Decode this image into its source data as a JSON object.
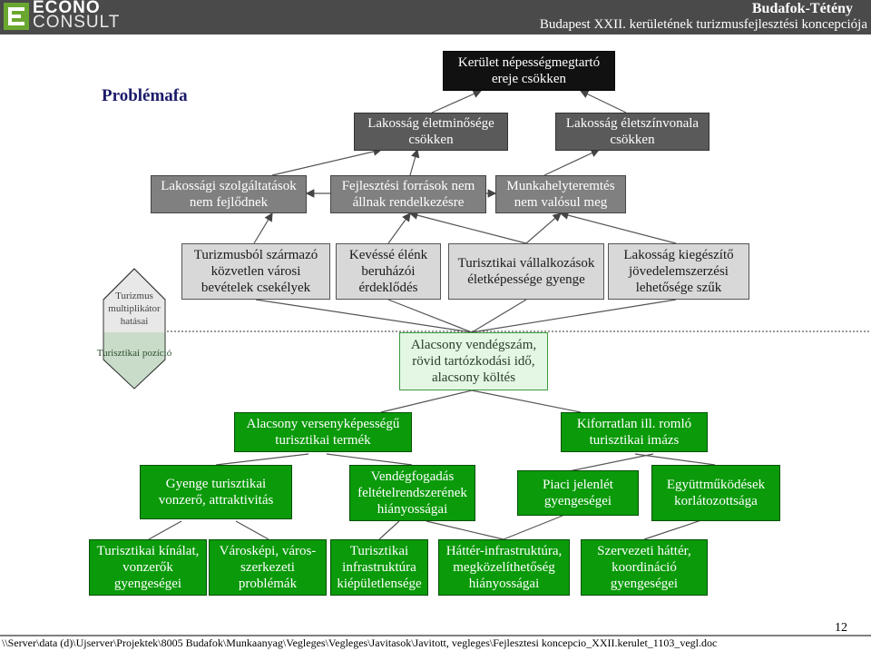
{
  "header": {
    "logo_line1": "ECONO",
    "logo_line2": "CONSULT",
    "title": "Budafok-Tétény",
    "subtitle": "Budapest XXII. kerületének turizmusfejlesztési koncepciója",
    "band_color": "#4a4a4a"
  },
  "diagram": {
    "heading": "Problémafa",
    "top": "Kerület népességmegtartó ereje csökken",
    "level2": [
      "Lakosság életminősége csökken",
      "Lakosság életszínvonala csökken"
    ],
    "level3": [
      "Lakossági szolgáltatások nem fejlődnek",
      "Fejlesztési források nem állnak rendelkezésre",
      "Munkahelyteremtés nem valósul meg"
    ],
    "level4": [
      "Turizmusból származó közvetlen városi bevételek csekélyek",
      "Kevéssé élénk beruházói érdeklődés",
      "Turisztikai vállalkozások életképessége gyenge",
      "Lakosság kiegészítő jövedelemszerzési lehetősége szűk"
    ],
    "side_upper": "Turizmus multiplikátor hatásai",
    "side_lower": "Turisztikai pozíció",
    "level5": "Alacsony vendégszám, rövid tartózkodási idő, alacsony költés",
    "level6": [
      "Alacsony versenyképességű turisztikai termék",
      "Kiforratlan ill. romló turisztikai imázs"
    ],
    "level7": [
      "Gyenge turisztikai vonzerő, attraktivitás",
      "Vendégfogadás feltételrendszerének hiányosságai",
      "Piaci jelenlét gyengeségei",
      "Együttműködések korlátozottsága"
    ],
    "level8": [
      "Turisztikai kínálat, vonzerők gyengeségei",
      "Városképi, város-szerkezeti problémák",
      "Turisztikai infrastruktúra kiépületlensége",
      "Háttér-infrastruktúra, megközelíthetőség hiányosságai",
      "Szervezeti háttér, koordináció gyengeségei"
    ]
  },
  "footer": {
    "page": "12",
    "path": "\\\\Server\\data (d)\\Ujserver\\Projektek\\8005 Budafok\\Munkaanyag\\Vegleges\\Vegleges\\Javitasok\\Javitott, vegleges\\Fejlesztesi koncepcio_XXII.kerulet_1103_vegl.doc"
  }
}
